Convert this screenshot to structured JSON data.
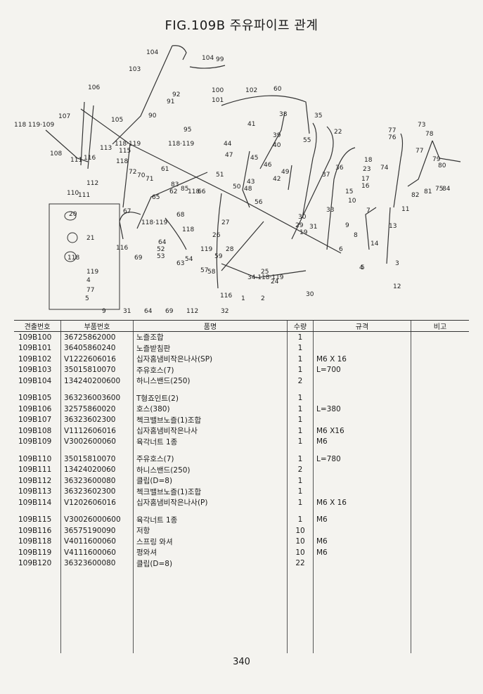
{
  "title": "FIG.109B 주유파이프 관계",
  "diagram_labels": [
    "104",
    "104",
    "99",
    "103",
    "106",
    "105",
    "100",
    "101",
    "102",
    "92",
    "91",
    "90",
    "95",
    "118·119",
    "60",
    "38",
    "35",
    "22",
    "107",
    "118 119·109",
    "108",
    "111",
    "110",
    "111",
    "113",
    "116",
    "115",
    "112",
    "118·119",
    "118",
    "72",
    "70",
    "71",
    "61",
    "51",
    "44",
    "41",
    "39",
    "40",
    "47",
    "45",
    "46",
    "49",
    "42",
    "43",
    "48",
    "50",
    "55",
    "37",
    "36",
    "18",
    "23",
    "17",
    "16",
    "15",
    "10",
    "7",
    "8",
    "9",
    "6",
    "5",
    "3",
    "4",
    "12",
    "13",
    "14",
    "11",
    "77",
    "76",
    "73",
    "78",
    "77",
    "79",
    "80",
    "74",
    "82",
    "81",
    "75",
    "84",
    "83",
    "85",
    "118",
    "66",
    "65",
    "67",
    "118·119",
    "116",
    "69",
    "62",
    "68",
    "63",
    "64",
    "52",
    "53",
    "54",
    "118",
    "119",
    "57",
    "58",
    "59",
    "26",
    "28",
    "27",
    "56",
    "25",
    "24",
    "30",
    "34·118·119",
    "2",
    "1",
    "116",
    "32",
    "33",
    "31",
    "30",
    "29",
    "19",
    "20",
    "21",
    "118",
    "119",
    "4",
    "77",
    "5",
    "9",
    "31",
    "64",
    "69",
    "112"
  ],
  "table": {
    "headers": [
      "견출번호",
      "부품번호",
      "품명",
      "수량",
      "규격",
      "비고"
    ],
    "rows": [
      {
        "no": "109B100",
        "part": "36725862000",
        "name": "노즐조합",
        "qty": "1",
        "spec": ""
      },
      {
        "no": "109B101",
        "part": "36405860240",
        "name": "노즐받침판",
        "qty": "1",
        "spec": ""
      },
      {
        "no": "109B102",
        "part": "V1222606016",
        "name": "십자홈냄비작은나사(SP)",
        "qty": "1",
        "spec": "M6 X 16"
      },
      {
        "no": "109B103",
        "part": "35015810070",
        "name": "주유호스(7)",
        "qty": "1",
        "spec": "L=700"
      },
      {
        "no": "109B104",
        "part": "134240200600",
        "name": "하니스밴드(250)",
        "qty": "2",
        "spec": ""
      },
      {
        "spacer": true
      },
      {
        "no": "109B105",
        "part": "363236003600",
        "name": "T형죠인트(2)",
        "qty": "1",
        "spec": ""
      },
      {
        "no": "109B106",
        "part": "32575860020",
        "name": "호스(380)",
        "qty": "1",
        "spec": "L=380"
      },
      {
        "no": "109B107",
        "part": "36323602300",
        "name": "첵크밸브노즐(1)조합",
        "qty": "1",
        "spec": ""
      },
      {
        "no": "109B108",
        "part": "V1112606016",
        "name": "십자홈냄비작은나사",
        "qty": "1",
        "spec": "M6 X16"
      },
      {
        "no": "109B109",
        "part": "V3002600060",
        "name": "육각너트 1종",
        "qty": "1",
        "spec": "M6"
      },
      {
        "spacer": true
      },
      {
        "no": "109B110",
        "part": "35015810070",
        "name": "주유호스(7)",
        "qty": "1",
        "spec": "L=780"
      },
      {
        "no": "109B111",
        "part": "13424020060",
        "name": "하니스밴드(250)",
        "qty": "2",
        "spec": ""
      },
      {
        "no": "109B112",
        "part": "36323600080",
        "name": "클립(D=8)",
        "qty": "1",
        "spec": ""
      },
      {
        "no": "109B113",
        "part": "36323602300",
        "name": "첵크밸브노즐(1)조합",
        "qty": "1",
        "spec": ""
      },
      {
        "no": "109B114",
        "part": "V1202606016",
        "name": "십자홈냄비작은나사(P)",
        "qty": "1",
        "spec": "M6 X 16"
      },
      {
        "spacer": true
      },
      {
        "no": "109B115",
        "part": "V30026000600",
        "name": "육각너트 1종",
        "qty": "1",
        "spec": "M6"
      },
      {
        "no": "109B116",
        "part": "36575190090",
        "name": "저항",
        "qty": "10",
        "spec": ""
      },
      {
        "no": "109B118",
        "part": "V4011600060",
        "name": "스프링 와셔",
        "qty": "10",
        "spec": "M6"
      },
      {
        "no": "109B119",
        "part": "V4111600060",
        "name": "평와셔",
        "qty": "10",
        "spec": "M6"
      },
      {
        "no": "109B120",
        "part": "36323600080",
        "name": "클립(D=8)",
        "qty": "22",
        "spec": ""
      }
    ]
  },
  "page_number": "340"
}
